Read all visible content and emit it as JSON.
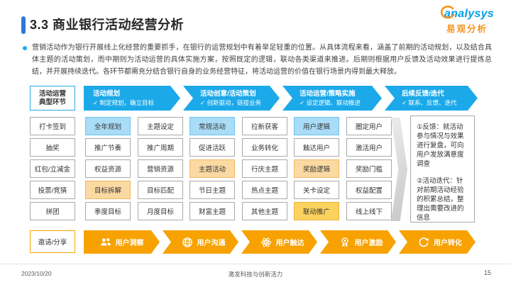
{
  "slide": {
    "title": "3.3 商业银行活动经营分析",
    "date": "2023/10/20",
    "footer_center": "激发科技与创新活力",
    "page_number": "15"
  },
  "logo": {
    "brand_en": "analysys",
    "brand_cn": "易观分析"
  },
  "intro": {
    "text": "营销活动作为银行开展线上化经营的重要抓手，在银行的运营规划中有着举足轻重的位置。从具体流程来看，涵盖了前期的活动规划，以及结合具体主题的活动策划，而中期则为活动运营的具体实施方案，按照既定的逻辑，联动各类渠道来推进。后期则根据用户反馈及活动效果进行提炼总结，并开展持续迭代。各环节都需充分结合银行自身的业务经营特征，将活动运营的价值在银行场景内得到最大释放。"
  },
  "flow": {
    "row_header": {
      "line1": "活动运营",
      "line2": "典型环节"
    },
    "stages": [
      {
        "title": "活动规划",
        "subtitle": "✓ 制定规划，确立目标"
      },
      {
        "title": "活动创意/活动策划",
        "subtitle": "✓ 创新驱动，链接业务"
      },
      {
        "title": "活动运营/策略实施",
        "subtitle": "✓ 设定逻辑、联动推进"
      },
      {
        "title": "后续反馈/迭代",
        "subtitle": "✓ 联系、反馈、迭代"
      }
    ],
    "row_labels": [
      "打卡签到",
      "抽奖",
      "红包/立减金",
      "投票/竞猜",
      "拼团",
      "邀请/分享"
    ],
    "grid": {
      "rows": [
        [
          "全年规划",
          "主题设定",
          "常规活动",
          "拉新获客",
          "用户逻辑",
          "圈定用户"
        ],
        [
          "推广节奏",
          "推广周期",
          "促进活跃",
          "业务转化",
          "触达用户",
          "激活用户"
        ],
        [
          "权益资源",
          "营销资源",
          "主题活动",
          "行庆主题",
          "奖励逻辑",
          "奖励门槛"
        ],
        [
          "目标拆解",
          "目标匹配",
          "节日主题",
          "热点主题",
          "关卡设定",
          "权益配置"
        ],
        [
          "季度目标",
          "月度目标",
          "财富主题",
          "其他主题",
          "联动推广",
          "线上线下"
        ]
      ]
    },
    "notes": {
      "note1": "①反馈：就活动参与情况与效果进行复盘，可向用户发放满意度调查",
      "note2": "②活动迭代：针对前期活动经验的积累总结，整理出需要改进的信息"
    },
    "funnel": [
      {
        "icon": "users-icon",
        "label": "用户洞察"
      },
      {
        "icon": "globe-icon",
        "label": "用户沟通"
      },
      {
        "icon": "atom-icon",
        "label": "用户触达"
      },
      {
        "icon": "award-icon",
        "label": "用户激励"
      },
      {
        "icon": "recycle-icon",
        "label": "用户转化"
      }
    ]
  },
  "colors": {
    "stage_blue": "#1CA9E9",
    "funnel_orange": "#F7A200",
    "highlight_blue": "#A9DCF6",
    "highlight_orange": "#FBD9A2",
    "highlight_yellow": "#FCD25E",
    "title_bar_blue": "#2E79D9",
    "logo_blue": "#00A0E9",
    "logo_orange": "#F7941E"
  }
}
